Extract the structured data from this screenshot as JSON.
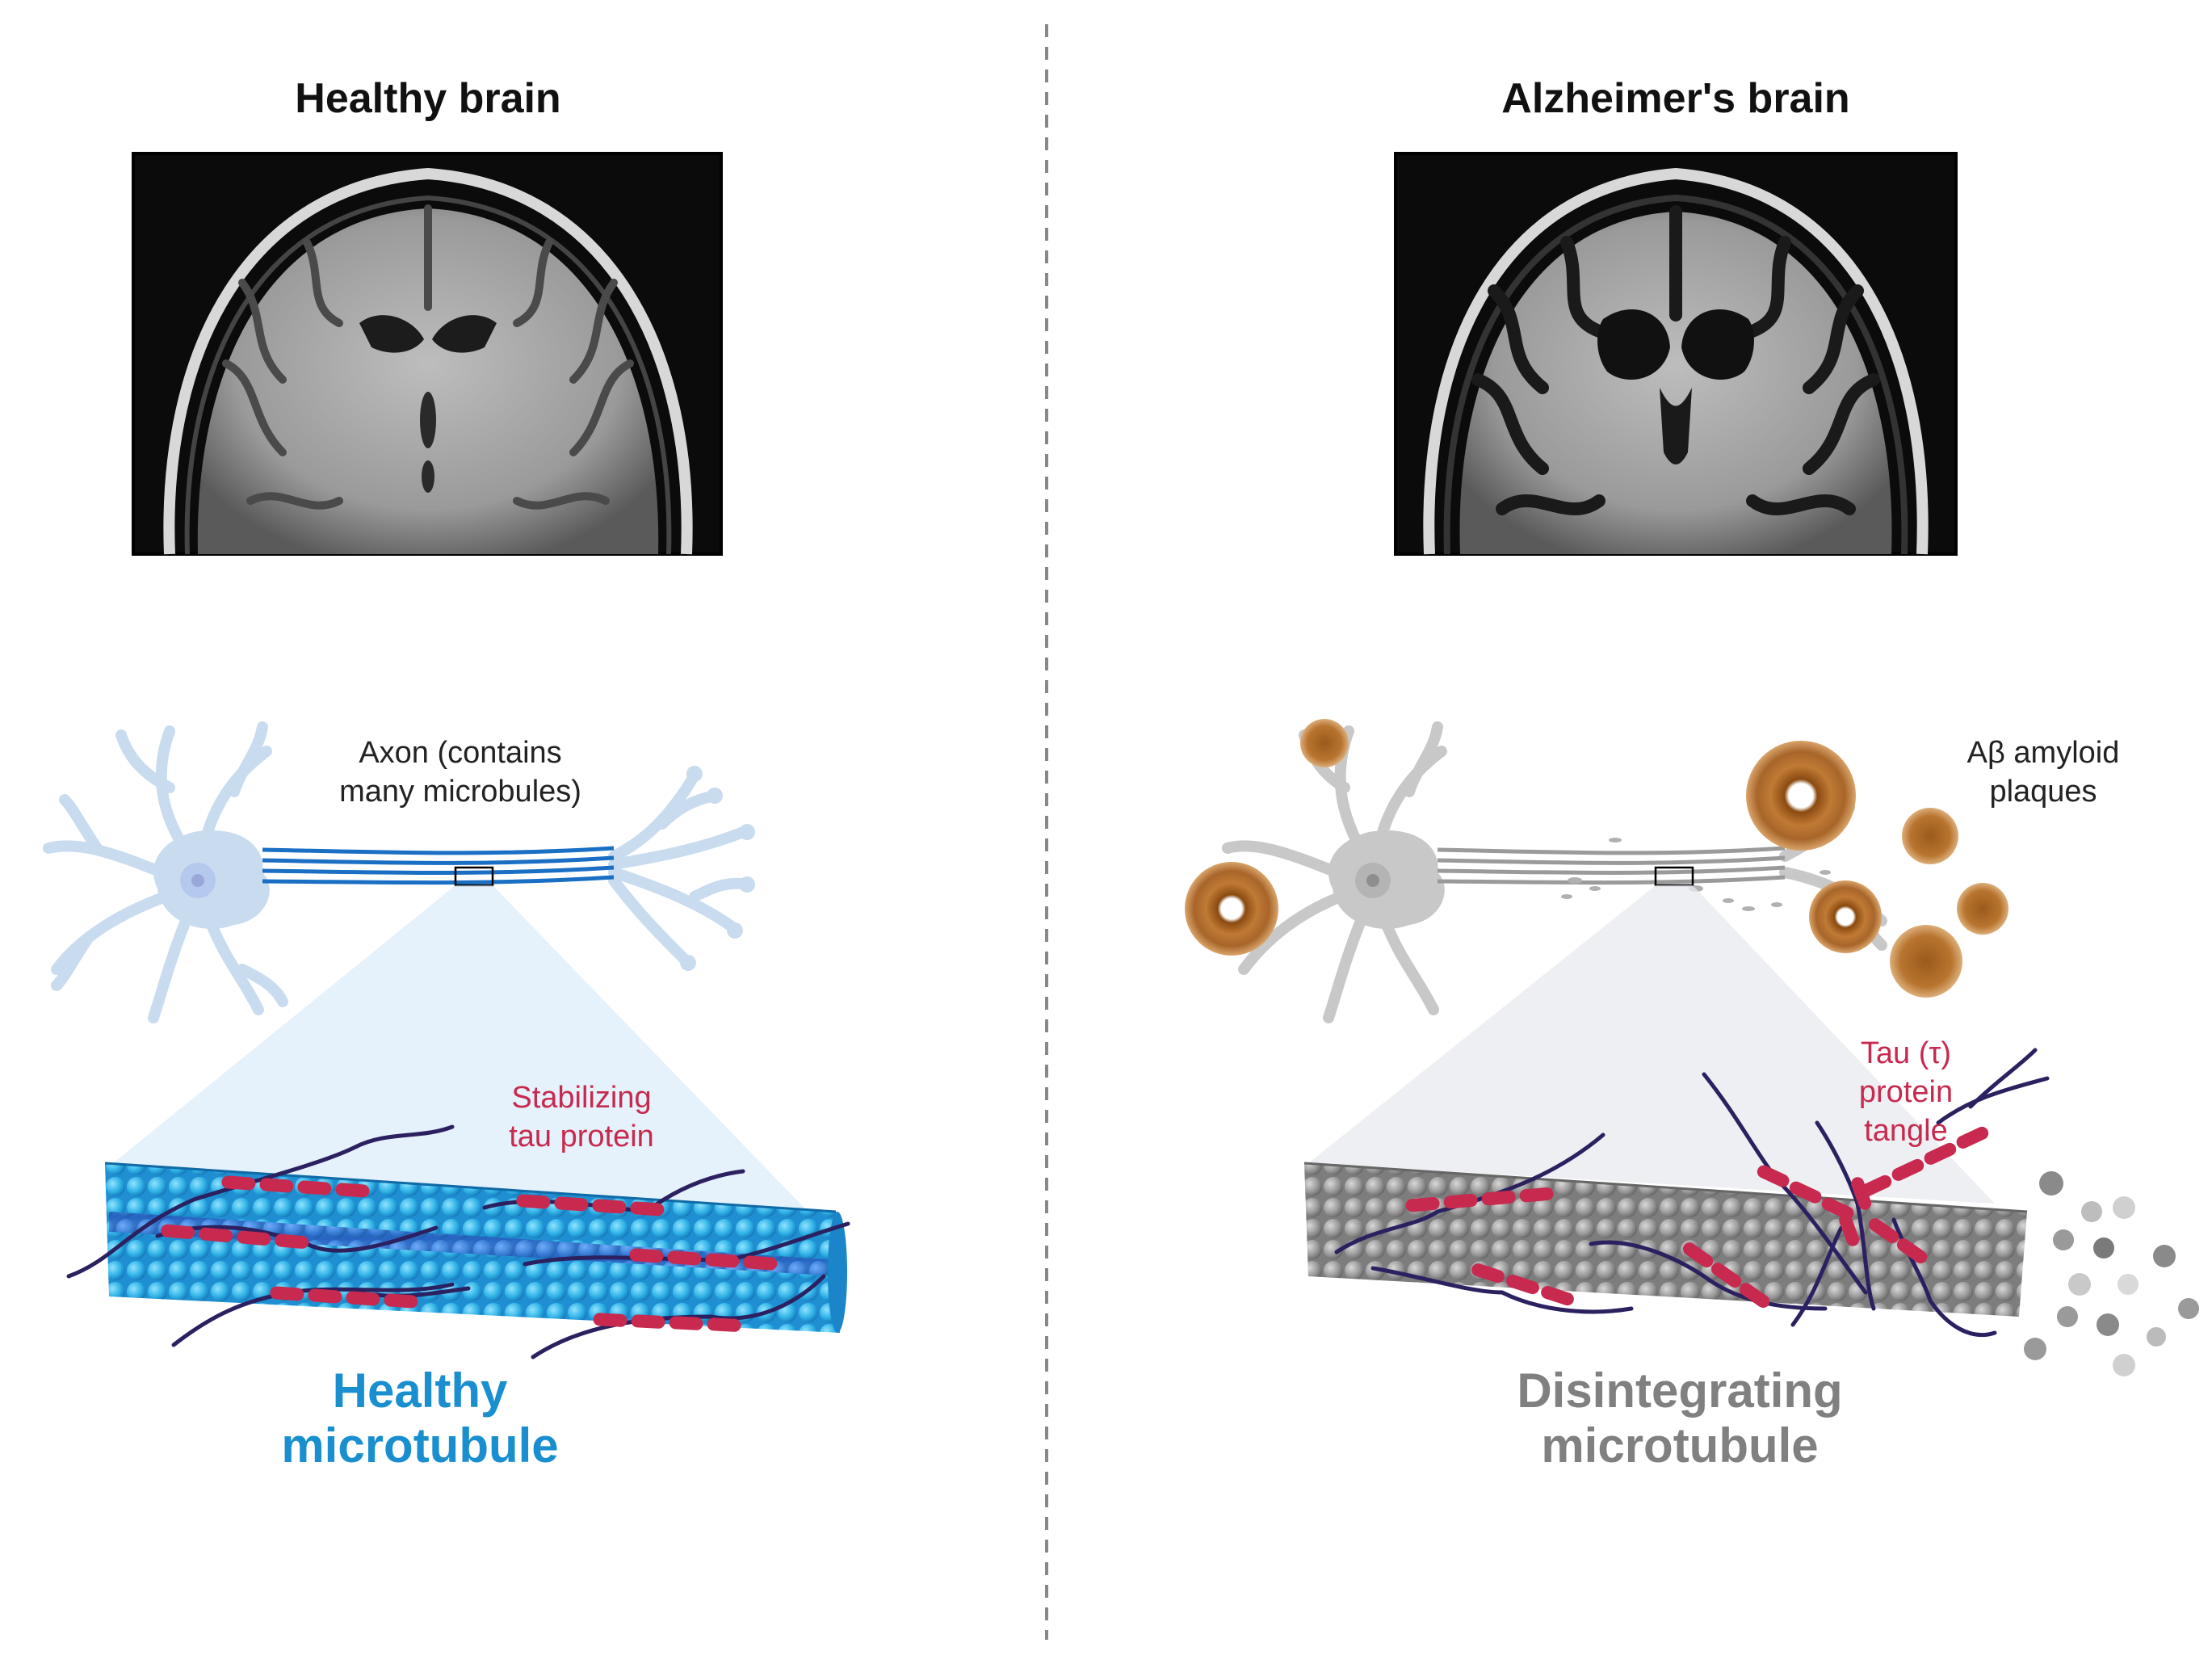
{
  "left": {
    "title": "Healthy brain",
    "axon_label_line1": "Axon (contains",
    "axon_label_line2": "many microbules)",
    "tau_label_line1": "Stabilizing",
    "tau_label_line2": "tau protein",
    "microtubule_line1": "Healthy",
    "microtubule_line2": "microtubule"
  },
  "right": {
    "title": "Alzheimer's brain",
    "plaque_label_line1": "Aβ amyloid",
    "plaque_label_line2": "plaques",
    "tangle_label_line1": "Tau (τ)",
    "tangle_label_line2": "protein",
    "tangle_label_line3": "tangle",
    "microtubule_line1": "Disintegrating",
    "microtubule_line2": "microtubule"
  },
  "colors": {
    "healthy_blue": "#1a8fd0",
    "tau_red": "#c8294e",
    "disintegrating_gray": "#808080",
    "neuron_blue": "#c9dcef",
    "neuron_gray": "#c8c8c8",
    "plaque_brown": "#b06a25"
  }
}
